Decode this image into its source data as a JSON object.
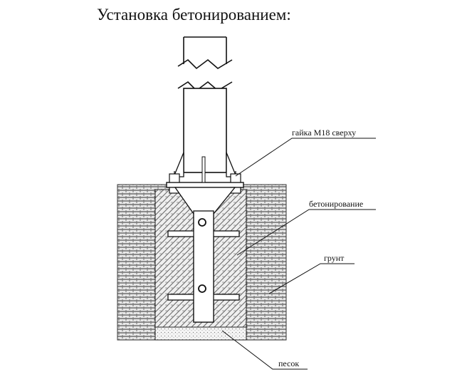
{
  "title": "Установка бетонированием:",
  "labels": {
    "nut": "гайка М18 сверху",
    "concrete": "бетонирование",
    "soil": "грунт",
    "sand": "песок"
  }
}
